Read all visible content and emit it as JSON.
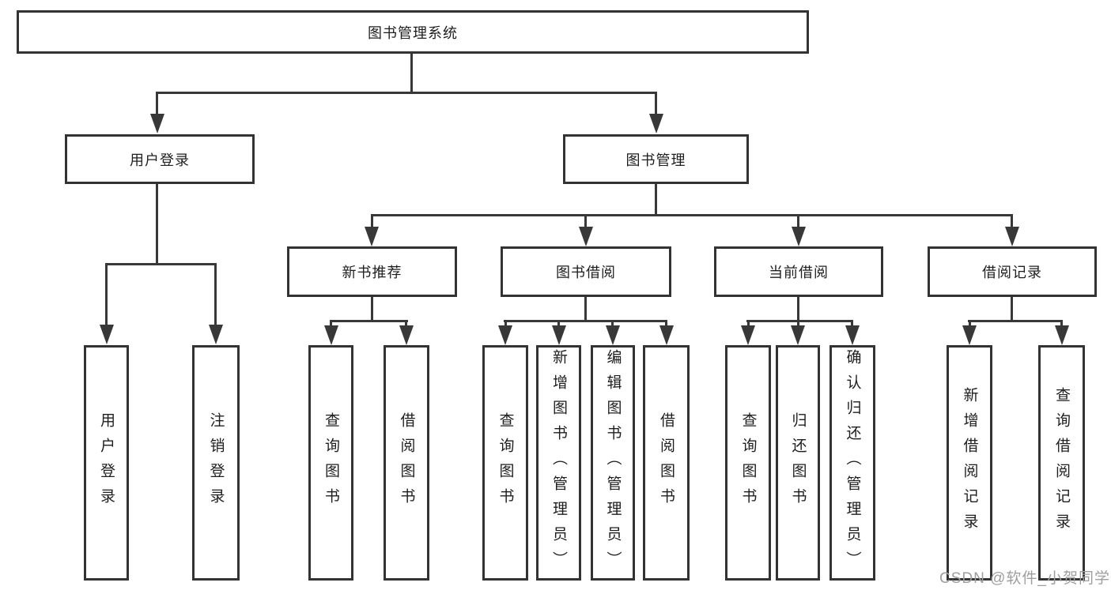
{
  "tree": {
    "root": {
      "label": "图书管理系统"
    },
    "branches": [
      {
        "label": "用户登录",
        "leaves": [
          {
            "label": "用户登录"
          },
          {
            "label": "注销登录"
          }
        ]
      },
      {
        "label": "图书管理",
        "children": [
          {
            "label": "新书推荐",
            "leaves": [
              {
                "label": "查询图书"
              },
              {
                "label": "借阅图书"
              }
            ]
          },
          {
            "label": "图书借阅",
            "leaves": [
              {
                "label": "查询图书"
              },
              {
                "label": "新增图书（管理员）"
              },
              {
                "label": "编辑图书（管理员）"
              },
              {
                "label": "借阅图书"
              }
            ]
          },
          {
            "label": "当前借阅",
            "leaves": [
              {
                "label": "查询图书"
              },
              {
                "label": "归还图书"
              },
              {
                "label": "确认归还（管理员）"
              }
            ]
          },
          {
            "label": "借阅记录",
            "leaves": [
              {
                "label": "新增借阅记录"
              },
              {
                "label": "查询借阅记录"
              }
            ]
          }
        ]
      }
    ]
  },
  "watermark": {
    "text": "CSDN @软件_小贺同学"
  },
  "colors": {
    "line": "#383838",
    "box_border": "#333333",
    "text": "#1e1e1e",
    "watermark": "#9e9e9e",
    "background": "#ffffff"
  }
}
